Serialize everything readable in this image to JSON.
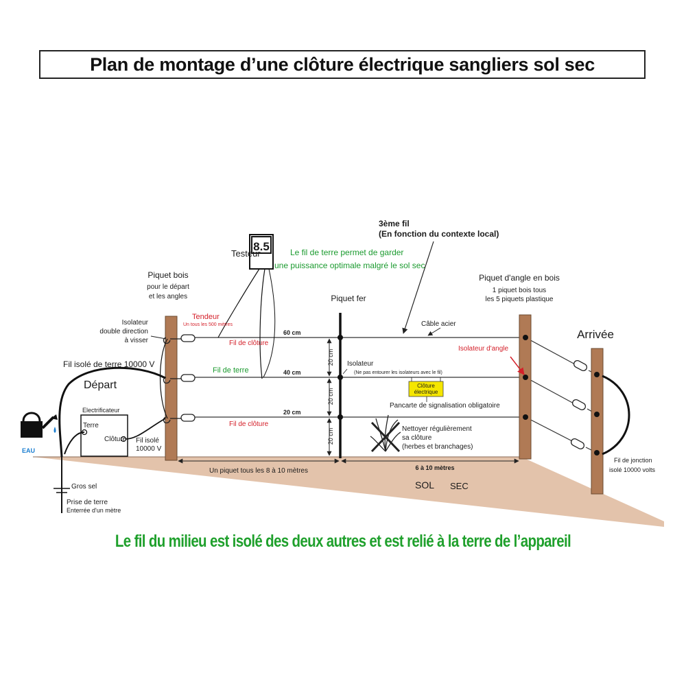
{
  "title": "Plan de montage d’une clôture électrique sangliers sol sec",
  "footer": "Le fil du milieu est isolé des deux autres et est relié à la terre de l’appareil",
  "labels": {
    "testeur": "Testeur",
    "testeur_value": "8.5",
    "green_note_1": "Le fil de terre permet de garder",
    "green_note_2": "une puissance optimale malgré le sol sec",
    "troisieme_1": "3ème fil",
    "troisieme_2": "(En fonction du contexte local)",
    "piquet_bois_1": "Piquet bois",
    "piquet_bois_2": "pour le départ",
    "piquet_bois_3": "et les angles",
    "piquet_fer": "Piquet fer",
    "piquet_angle_1": "Piquet d'angle en bois",
    "piquet_angle_2": "1 piquet bois tous",
    "piquet_angle_3": "les  5 piquets plastique",
    "arrivee": "Arrivée",
    "isolateur_1": "Isolateur",
    "isolateur_2": "double direction",
    "isolateur_3": "à visser",
    "tendeur": "Tendeur",
    "tendeur_sub": "Un tous les 500 mètres",
    "fil_cloture_top": "Fil de clôture",
    "fil_terre": "Fil de terre",
    "fil_cloture_bottom": "Fil de clôture",
    "h60": "60 cm",
    "h40": "40 cm",
    "h20": "20 cm",
    "cable_acier": "Câble acier",
    "isolateur_mid": "Isolateur",
    "isolateur_mid_note": "(Ne pas entourer les isolateurs avec le fil)",
    "isolateur_angle": "Isolateur d'angle",
    "sign_1": "Clôture",
    "sign_2": "électrique",
    "pancarte": "Pancarte de signalisation obligatoire",
    "nettoyer_1": "Nettoyer régulièrement",
    "nettoyer_2": "sa clôture",
    "nettoyer_3": "(herbes et branchages)",
    "vert_20_1": "20 cm",
    "vert_20_2": "20 cm",
    "vert_20_3": "20 cm",
    "fil_isole_terre": "Fil isolé de terre  10000 V",
    "depart": "Départ",
    "electrificateur": "Electrificateur",
    "terre": "Terre",
    "cloture": "Clôture",
    "fil_isole_1": "Fil isolé",
    "fil_isole_2": "10000 V",
    "eau": "EAU",
    "piquet_spacing": "Un piquet tous les 8 à 10 mètres",
    "spacing_6_10": "6 à 10 mètres",
    "sol": "SOL",
    "sec": "SEC",
    "gros_sel": "Gros sel",
    "prise_terre_1": "Prise de terre",
    "prise_terre_2": "Enterrée d'un mètre",
    "fil_jonction_1": "Fil de jonction",
    "fil_jonction_2": "isolé 10000 volts"
  },
  "colors": {
    "wood": "#b07a55",
    "ground": "#e3c3ab",
    "red_text": "#d4202a",
    "green_text": "#1a9a2e",
    "sign_yellow": "#f5e600",
    "water_blue": "#1c7fd1"
  }
}
